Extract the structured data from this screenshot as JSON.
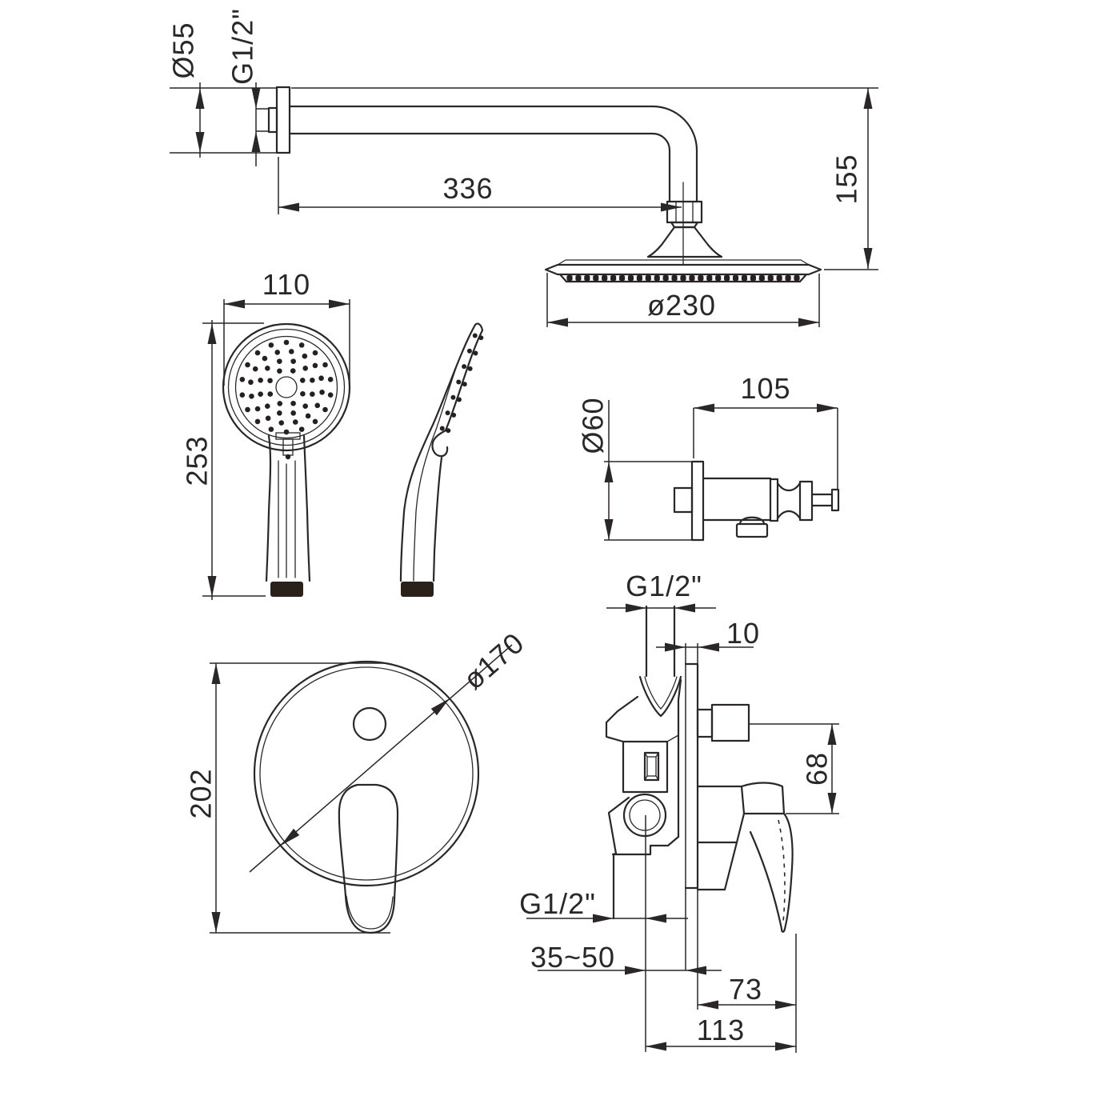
{
  "drawing": {
    "background": "#ffffff",
    "line_color": "#2b2728",
    "views": {
      "shower_arm": {
        "flange_diameter": "Ø55",
        "thread": "G1/2\"",
        "arm_length": "336",
        "drop_height": "155",
        "head_diameter": "ø230"
      },
      "hand_shower": {
        "head_width": "110",
        "total_length": "253"
      },
      "wall_outlet": {
        "plate_diameter": "Ø60",
        "depth": "105"
      },
      "trim_plate": {
        "plate_diameter": "ø170",
        "total_height": "202"
      },
      "mixer_valve": {
        "top_thread": "G1/2\"",
        "plate_thickness": "10",
        "outlet_spacing": "68",
        "bottom_thread": "G1/2\"",
        "mounting_depth_range": "35~50",
        "handle_offset": "73",
        "total_width": "113"
      }
    }
  }
}
